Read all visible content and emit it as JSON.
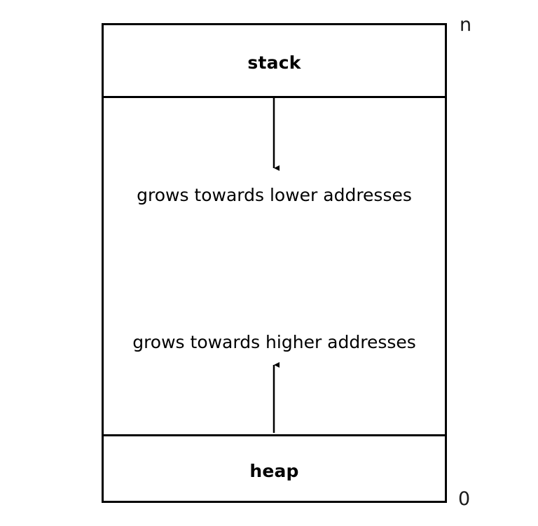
{
  "diagram": {
    "title_top_marker": "n",
    "title_bottom_marker": "0",
    "sections": [
      {
        "name": "stack",
        "label": "stack"
      },
      {
        "name": "heap",
        "label": "heap"
      }
    ],
    "annotations": [
      {
        "name": "stack-growth",
        "text": "grows towards lower addresses",
        "direction": "down"
      },
      {
        "name": "heap-growth",
        "text": "grows towards higher addresses",
        "direction": "up"
      }
    ],
    "colors": {
      "border": "#000000",
      "background": "#ffffff",
      "text": "#000000"
    }
  }
}
